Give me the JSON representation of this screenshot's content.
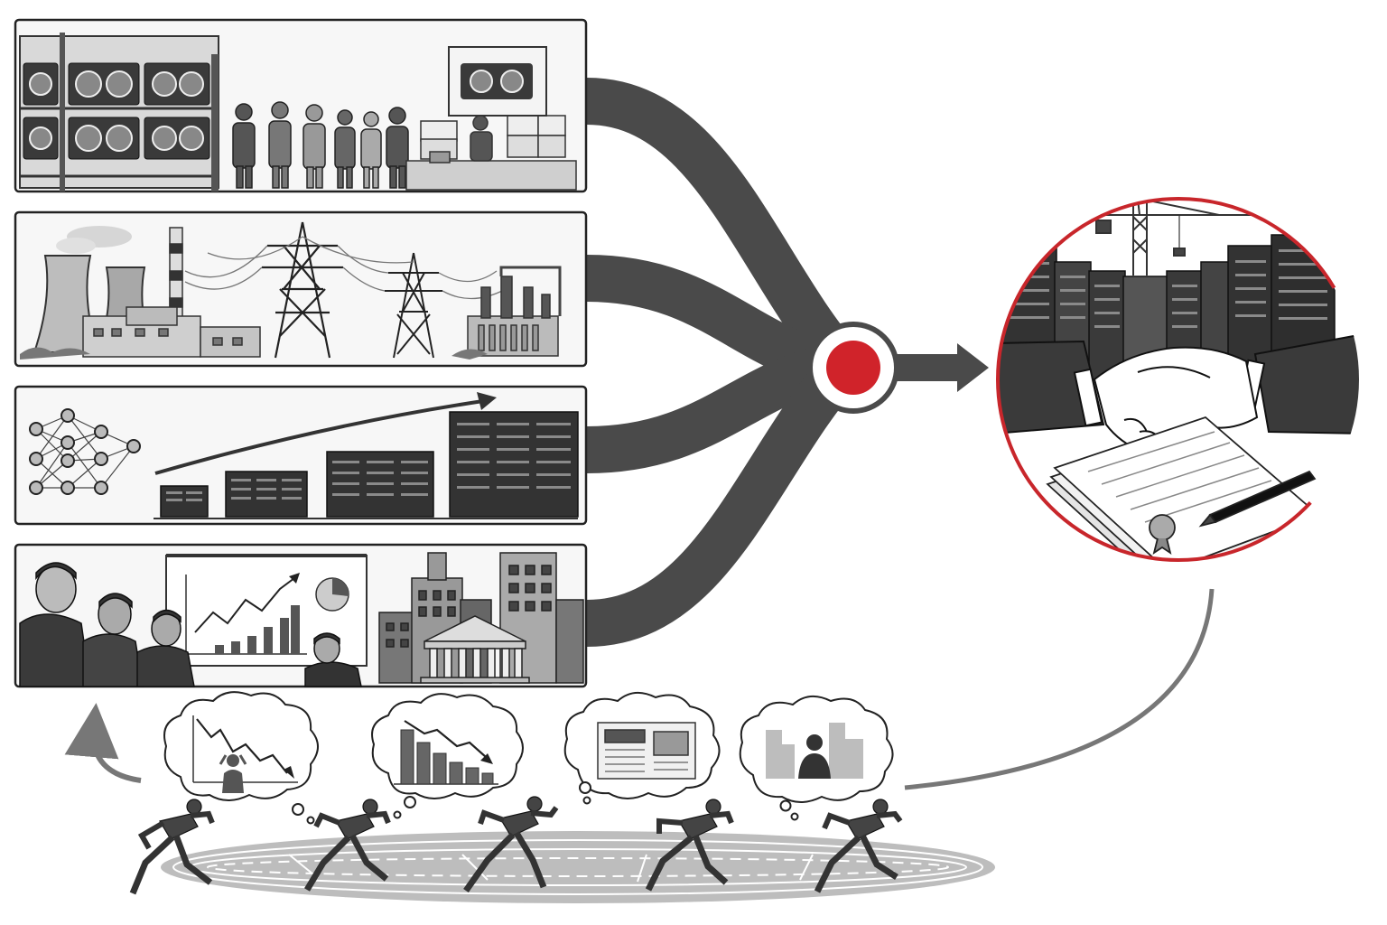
{
  "panels": [
    {
      "id": "gpu-supply-line",
      "icon": "gpu-rack-queue-illustration"
    },
    {
      "id": "power-infrastructure",
      "icon": "power-plant-transmission-illustration"
    },
    {
      "id": "compute-scaling",
      "icon": "neural-network-server-growth-illustration"
    },
    {
      "id": "investors-finance",
      "icon": "investor-presentation-city-illustration"
    }
  ],
  "hub": {
    "color": "#d0232a",
    "icon": "convergence-node"
  },
  "outcome": {
    "color": "#c8262b",
    "icon": "handshake-contract-datacenter-illustration"
  },
  "race": {
    "icon": "runners-track-illustration",
    "runner_count": 5
  },
  "thoughts": [
    {
      "icon": "falling-chart-stressed-person-icon"
    },
    {
      "icon": "declining-bar-chart-icon"
    },
    {
      "icon": "newspaper-icon"
    },
    {
      "icon": "city-sad-person-icon"
    }
  ],
  "colors": {
    "flow": "#4a4a4a",
    "accent": "#d0232a",
    "ink": "#222222"
  }
}
